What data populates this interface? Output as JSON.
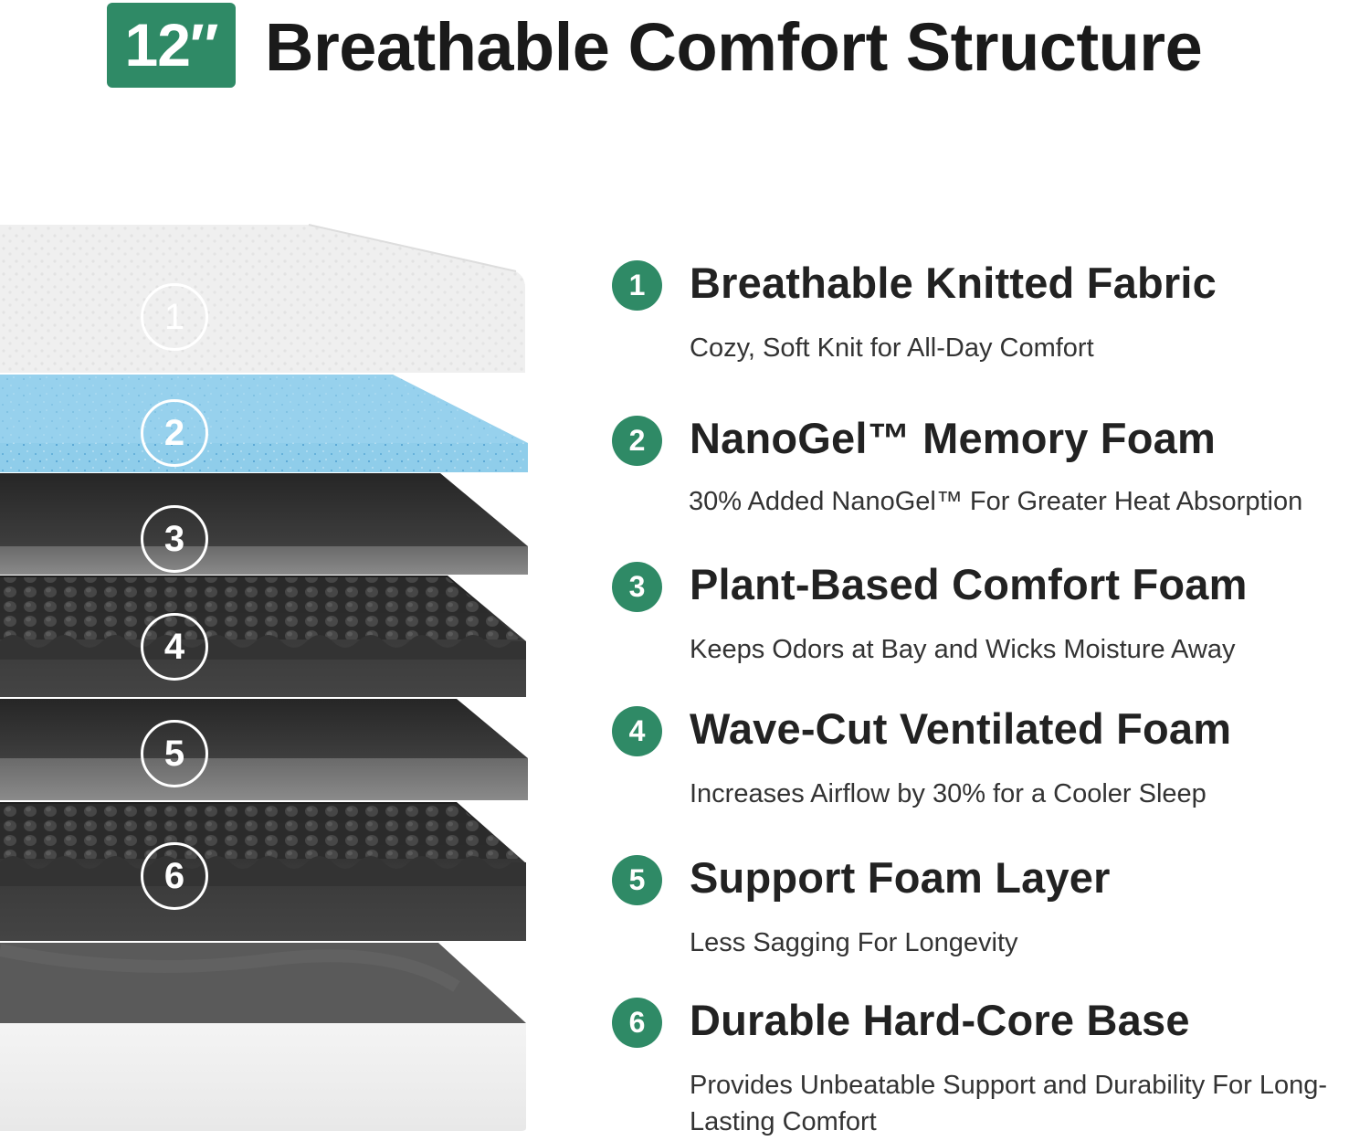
{
  "header": {
    "size_badge": "12″",
    "title": "Breathable Comfort Structure"
  },
  "mattress": {
    "layer_markers": [
      "1",
      "2",
      "3",
      "4",
      "5",
      "6"
    ]
  },
  "features": [
    {
      "number": "1",
      "title": "Breathable Knitted Fabric",
      "description": "Cozy, Soft Knit for All-Day Comfort"
    },
    {
      "number": "2",
      "title": "NanoGel™ Memory Foam",
      "description": "30% Added NanoGel™ For Greater Heat Absorption"
    },
    {
      "number": "3",
      "title": "Plant-Based Comfort Foam",
      "description": "Keeps Odors at Bay and Wicks Moisture Away"
    },
    {
      "number": "4",
      "title": "Wave-Cut Ventilated Foam",
      "description": "Increases Airflow by 30% for a Cooler Sleep"
    },
    {
      "number": "5",
      "title": "Support Foam Layer",
      "description": "Less Sagging For Longevity"
    },
    {
      "number": "6",
      "title": "Durable Hard-Core Base",
      "description": "Provides Unbeatable Support and Durability For Long-Lasting Comfort"
    }
  ],
  "colors": {
    "accent_green": "#2f8a66",
    "gel_blue": "#8ccbe8",
    "foam_dark": "#3a3a3a",
    "fabric_white": "#eeeeee"
  }
}
